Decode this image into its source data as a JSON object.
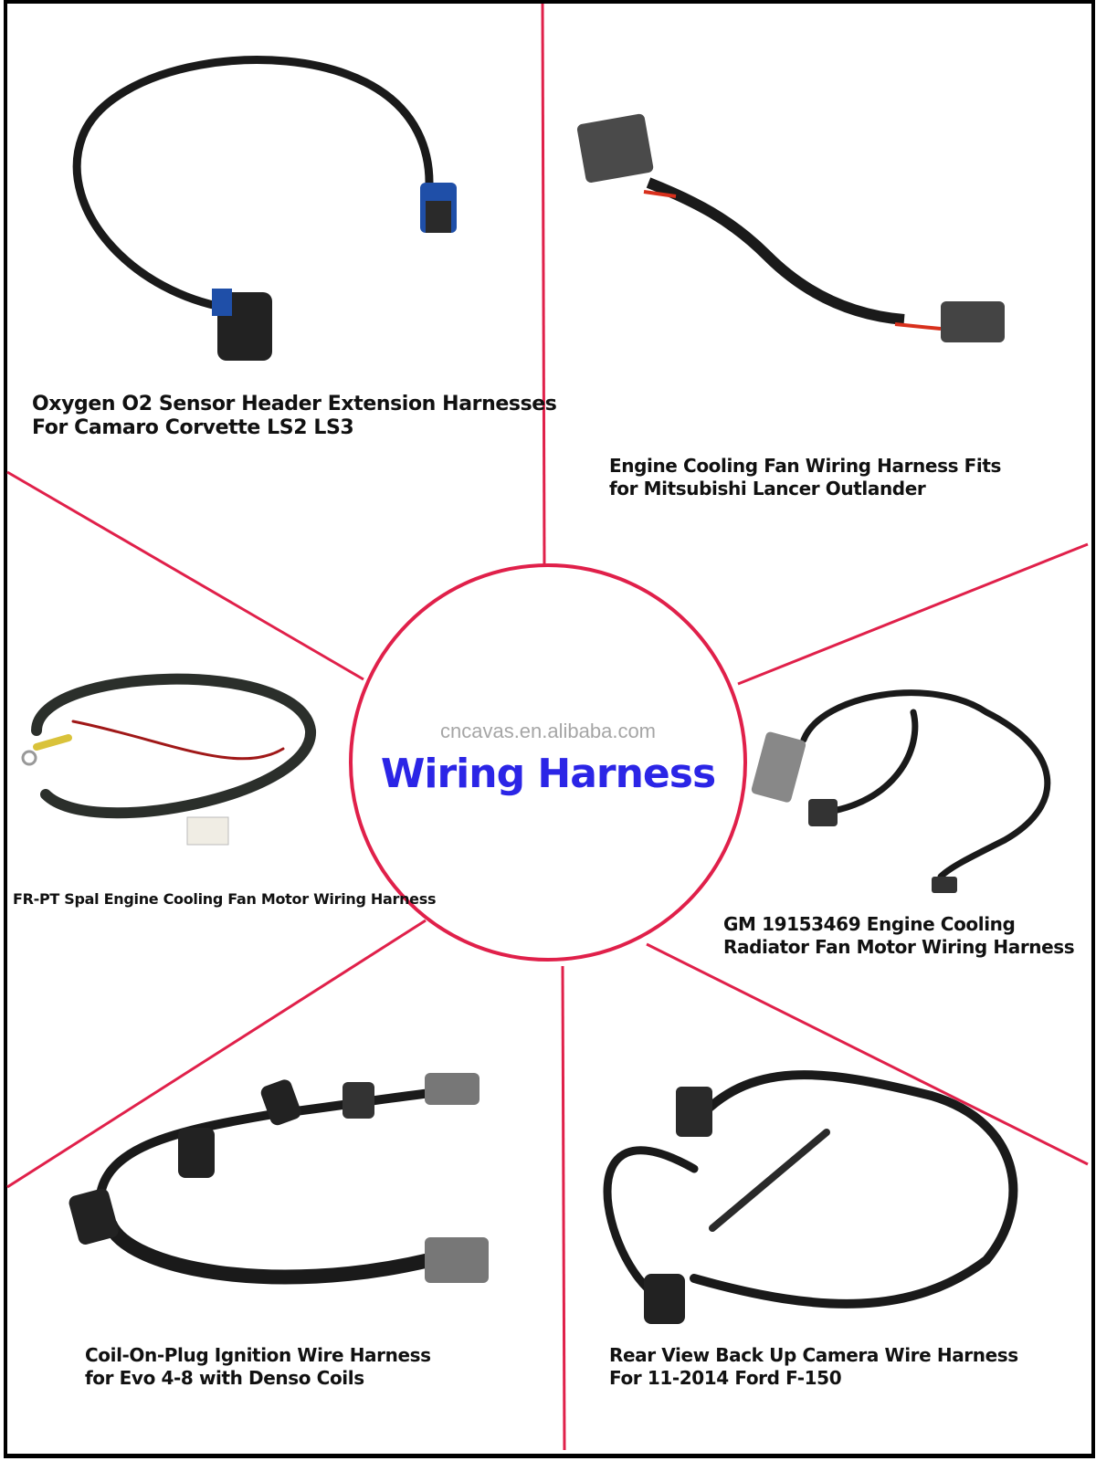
{
  "center": {
    "watermark": "cncavas.en.alibaba.com",
    "title": "Wiring Harness"
  },
  "colors": {
    "divider": "#e0204a",
    "title": "#2b25e6",
    "watermark": "#a6a6a6",
    "frame": "#000000",
    "caption": "#111111"
  },
  "products": [
    {
      "id": "o2-sensor",
      "line1": "Oxygen O2 Sensor Header Extension Harnesses",
      "line2": "For Camaro Corvette LS2 LS3"
    },
    {
      "id": "mitsubishi-fan",
      "line1": "Engine Cooling Fan Wiring Harness Fits",
      "line2": "for Mitsubishi Lancer Outlander"
    },
    {
      "id": "spal-fan",
      "line1": "FR-PT Spal Engine Cooling Fan Motor Wiring Harness"
    },
    {
      "id": "gm-radiator",
      "line1": "GM 19153469 Engine Cooling",
      "line2": "Radiator Fan Motor Wiring Harness"
    },
    {
      "id": "coil-on-plug",
      "line1": "Coil-On-Plug Ignition Wire Harness",
      "line2": "for Evo 4-8 with Denso Coils"
    },
    {
      "id": "backup-camera",
      "line1": "Rear View Back Up Camera Wire Harness",
      "line2": "For 11-2014 Ford F-150"
    }
  ]
}
